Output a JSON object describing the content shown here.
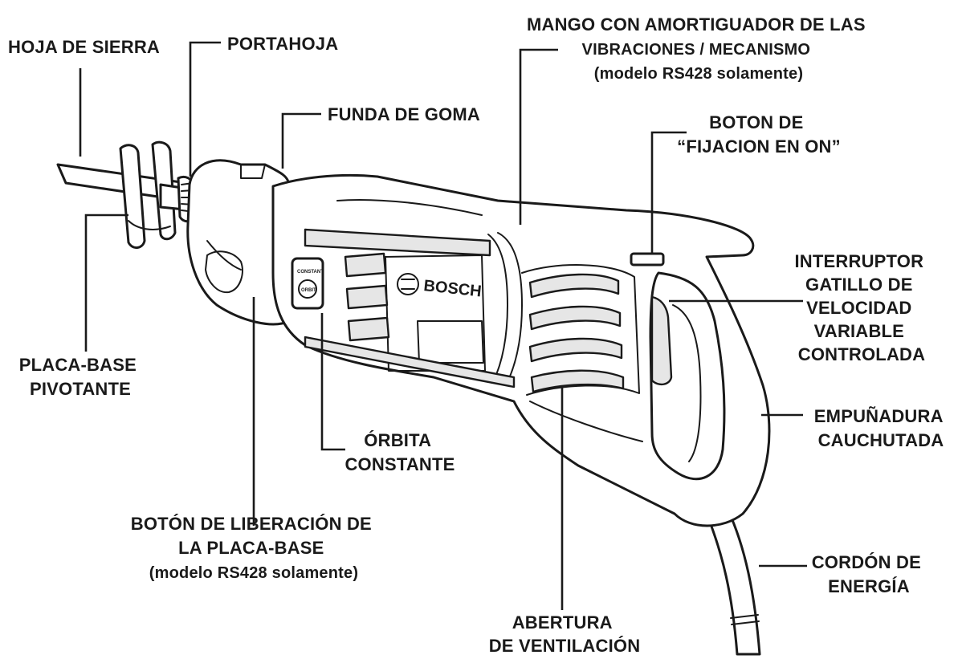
{
  "diagram": {
    "brand_on_tool": "BOSCH",
    "orbit_switch_text": [
      "CONSTANT",
      "ORBIT"
    ],
    "labels": {
      "blade": {
        "lines": [
          "HOJA DE SIERRA"
        ]
      },
      "blade_holder": {
        "lines": [
          "PORTAHOJA"
        ]
      },
      "rubber_boot": {
        "lines": [
          "FUNDA DE GOMA"
        ]
      },
      "vibration_handle": {
        "lines": [
          "MANGO CON AMORTIGUADOR DE LAS",
          "VIBRACIONES / MECANISMO",
          "(modelo RS428 solamente)"
        ]
      },
      "lock_on_button": {
        "lines": [
          "BOTON DE",
          "“FIJACION EN ON”"
        ]
      },
      "trigger_switch": {
        "lines": [
          "INTERRUPTOR",
          "GATILLO DE",
          "VELOCIDAD",
          "VARIABLE",
          "CONTROLADA"
        ]
      },
      "pivot_footplate": {
        "lines": [
          "PLACA-BASE",
          "PIVOTANTE"
        ]
      },
      "rubber_grip": {
        "lines": [
          "EMPUÑADURA",
          "CAUCHUTADA"
        ]
      },
      "constant_orbit": {
        "lines": [
          "ÓRBITA",
          "CONSTANTE"
        ]
      },
      "footplate_release": {
        "lines": [
          "BOTÓN DE LIBERACIÓN DE",
          "LA PLACA-BASE",
          "(modelo RS428 solamente)"
        ]
      },
      "power_cord": {
        "lines": [
          "CORDÓN DE",
          "ENERGÍA"
        ]
      },
      "air_vents": {
        "lines": [
          "ABERTURA",
          "DE VENTILACIÓN"
        ]
      }
    }
  }
}
